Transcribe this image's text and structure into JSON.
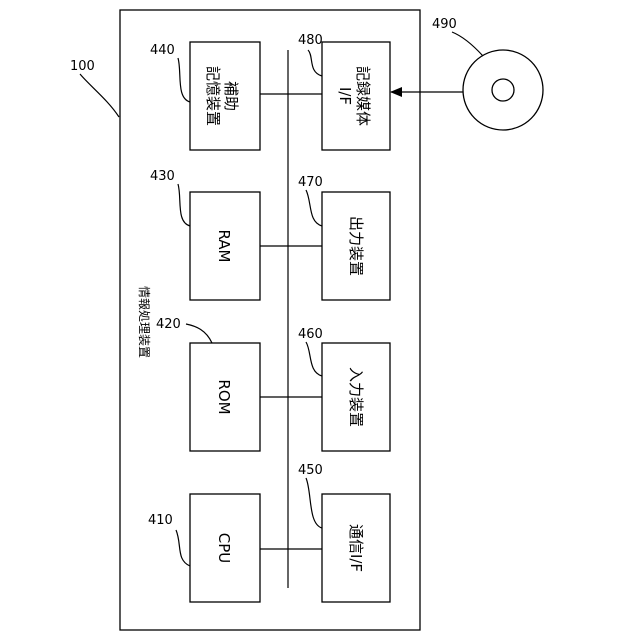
{
  "outer": {
    "ref": "100",
    "title": "情報処理装置"
  },
  "blocks": {
    "cpu": {
      "ref": "410",
      "label": "CPU"
    },
    "rom": {
      "ref": "420",
      "label": "ROM"
    },
    "ram": {
      "ref": "430",
      "label": "RAM"
    },
    "aux": {
      "ref": "440",
      "line1": "補助",
      "line2": "記憶装置"
    },
    "comm": {
      "ref": "450",
      "label": "通信I/F"
    },
    "input": {
      "ref": "460",
      "label": "入力装置"
    },
    "output": {
      "ref": "470",
      "label": "出力装置"
    },
    "media": {
      "ref": "480",
      "line1": "記録媒体",
      "line2": "I/F"
    }
  },
  "disk": {
    "ref": "490"
  }
}
